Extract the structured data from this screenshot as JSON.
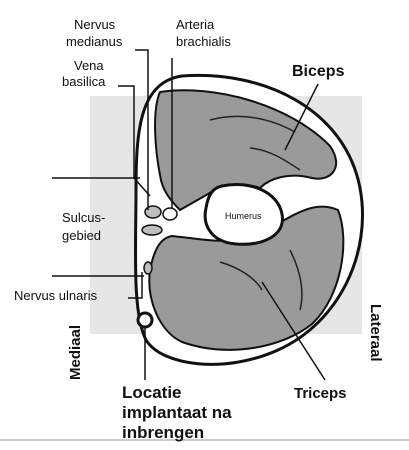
{
  "labels": {
    "nervus_medianus": [
      "Nervus",
      "medianus"
    ],
    "arteria_brachialis": [
      "Arteria",
      "brachialis"
    ],
    "vena_basilica": [
      "Vena",
      "basilica"
    ],
    "biceps": "Biceps",
    "humerus": "Humerus",
    "sulcus": [
      "Sulcus-",
      "gebied"
    ],
    "nervus_ulnaris": "Nervus ulnaris",
    "mediaal": "Mediaal",
    "lateraal": "Lateraal",
    "locatie": [
      "Locatie",
      "implantaat na",
      "inbrengen"
    ],
    "triceps": "Triceps"
  },
  "colors": {
    "muscle": "#9a9a9a",
    "background_panel": "#e4e4e4",
    "outline": "#111111"
  }
}
